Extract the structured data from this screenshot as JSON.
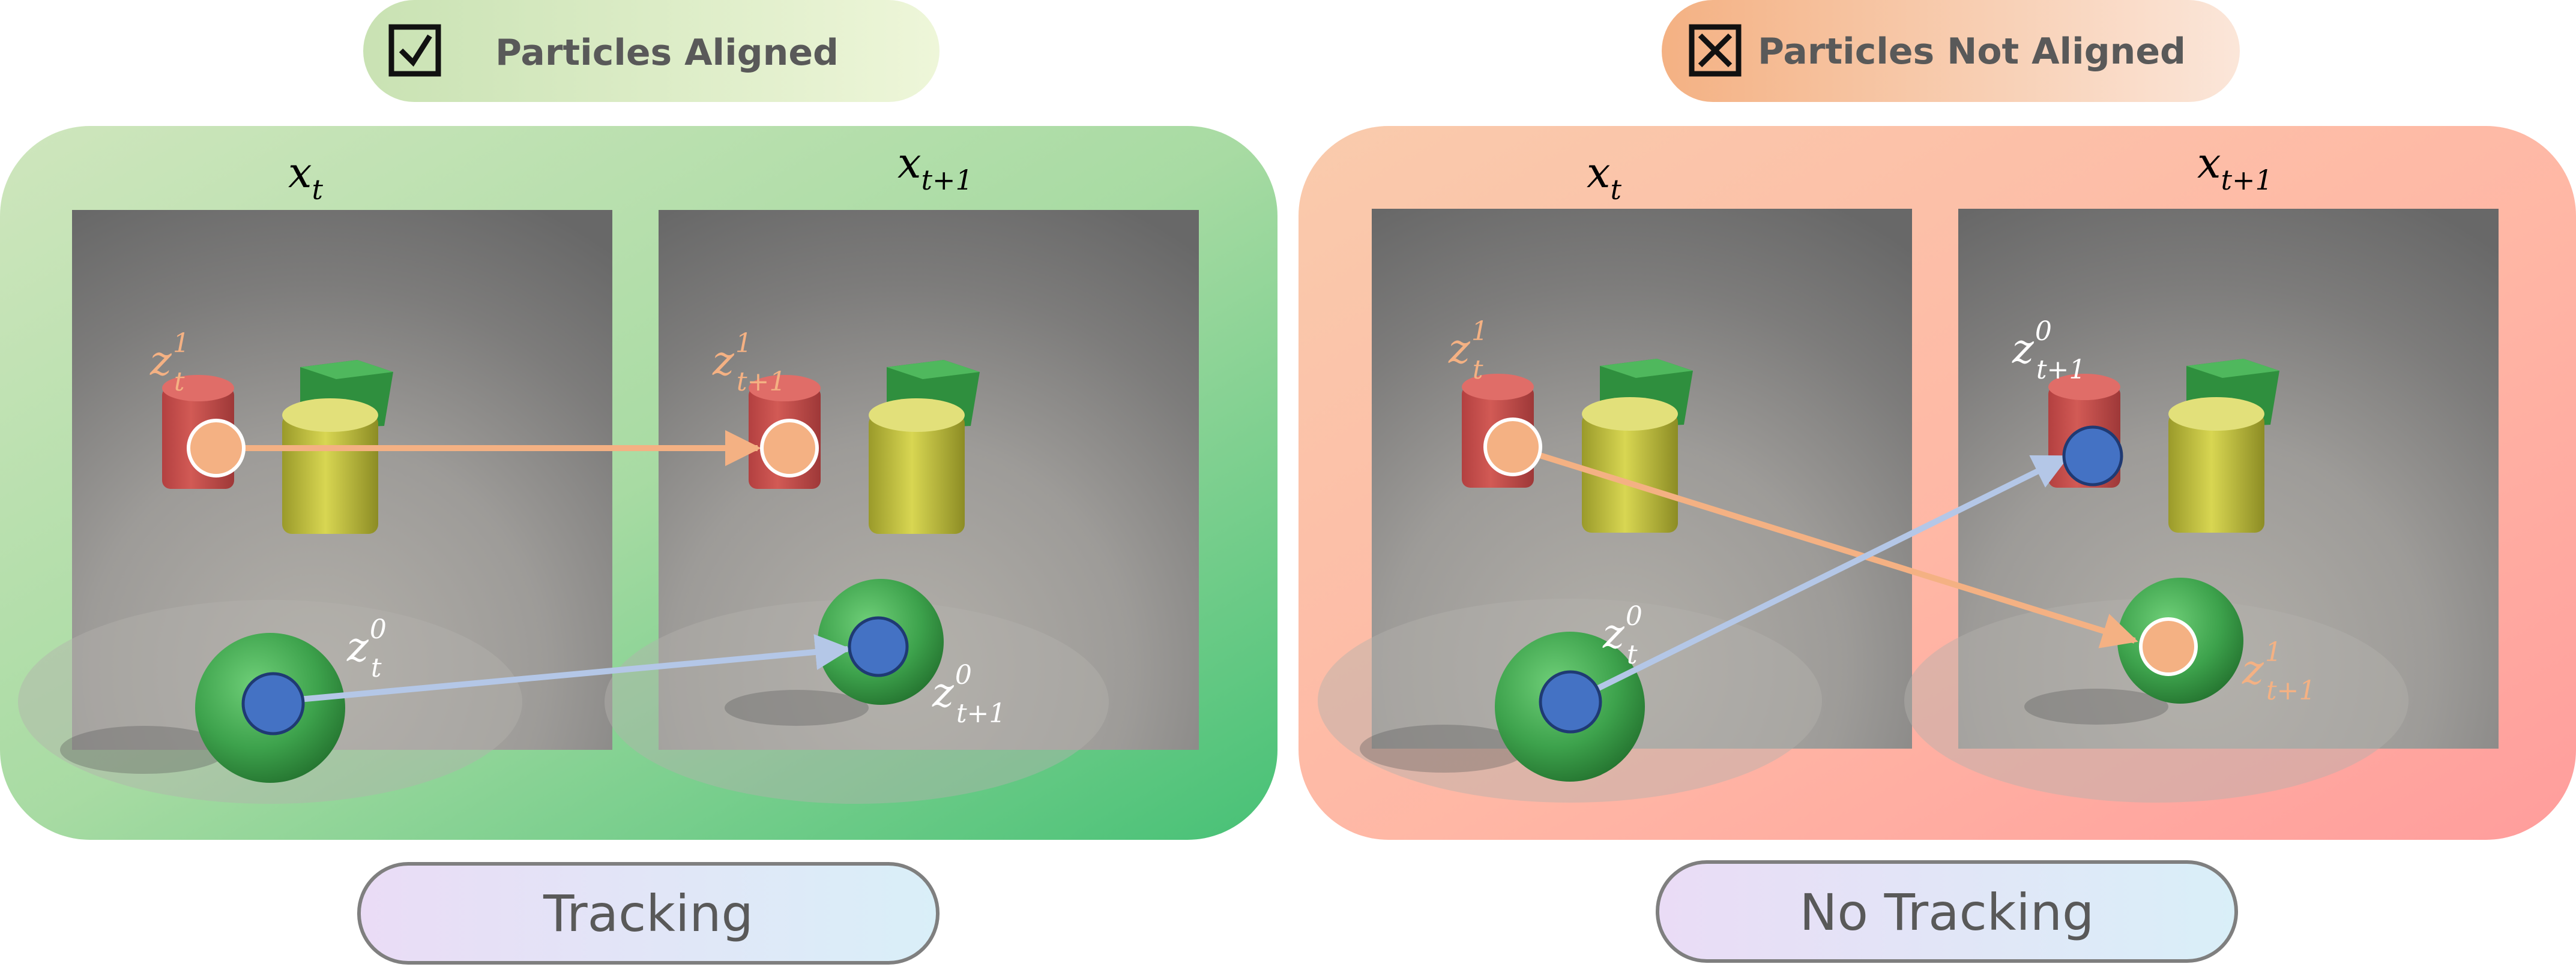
{
  "colors": {
    "particle_orange": "#f4b183",
    "particle_blue": "#4472c4",
    "arrow_orange": "#f4b183",
    "arrow_blue": "#b4c7e7",
    "panel_green_start": "#c5e0b4",
    "panel_green_end": "#4cc37a",
    "panel_red_start": "#f8cbad",
    "panel_red_end": "#ff9f9f",
    "label_text": "#595959"
  },
  "left_panel": {
    "badge": {
      "icon": "checkbox-checked-icon",
      "text": "Particles Aligned"
    },
    "frame_labels": {
      "t": "x",
      "t_sub": "t",
      "t1": "x",
      "t1_sub": "t+1"
    },
    "particles": {
      "z1_t": {
        "base": "z",
        "sup": "1",
        "sub": "t"
      },
      "z1_t1": {
        "base": "z",
        "sup": "1",
        "sub": "t+1"
      },
      "z0_t": {
        "base": "z",
        "sup": "0",
        "sub": "t"
      },
      "z0_t1": {
        "base": "z",
        "sup": "0",
        "sub": "t+1"
      }
    },
    "caption": "Tracking"
  },
  "right_panel": {
    "badge": {
      "icon": "checkbox-crossed-icon",
      "text": "Particles Not Aligned"
    },
    "frame_labels": {
      "t": "x",
      "t_sub": "t",
      "t1": "x",
      "t1_sub": "t+1"
    },
    "particles": {
      "z1_t": {
        "base": "z",
        "sup": "1",
        "sub": "t"
      },
      "z0_t1": {
        "base": "z",
        "sup": "0",
        "sub": "t+1"
      },
      "z0_t": {
        "base": "z",
        "sup": "0",
        "sub": "t"
      },
      "z1_t1": {
        "base": "z",
        "sup": "1",
        "sub": "t+1"
      }
    },
    "caption": "No Tracking"
  }
}
